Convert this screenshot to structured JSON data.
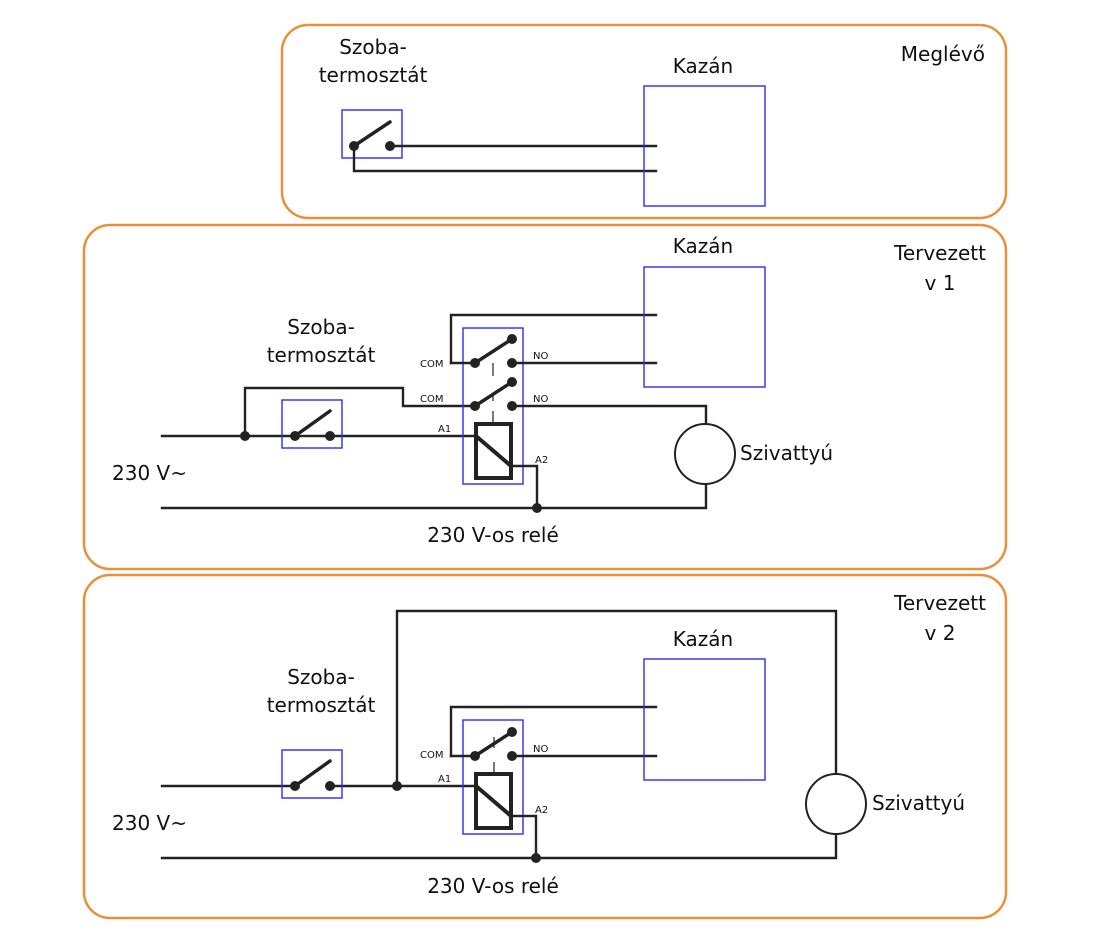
{
  "panels": [
    {
      "id": "existing",
      "title_line1": "Meglévő",
      "thermostat_line1": "Szoba-",
      "thermostat_line2": "termosztát",
      "boiler": "Kazán"
    },
    {
      "id": "planned-v1",
      "title_line1": "Tervezett",
      "title_line2": "v 1",
      "thermostat_line1": "Szoba-",
      "thermostat_line2": "termosztát",
      "boiler": "Kazán",
      "pump": "Szivattyú",
      "supply": "230 V~",
      "relay": "230 V-os relé",
      "pins": {
        "com1": "COM",
        "no1": "NO",
        "com2": "COM",
        "no2": "NO",
        "a1": "A1",
        "a2": "A2"
      }
    },
    {
      "id": "planned-v2",
      "title_line1": "Tervezett",
      "title_line2": "v 2",
      "thermostat_line1": "Szoba-",
      "thermostat_line2": "termosztát",
      "boiler": "Kazán",
      "pump": "Szivattyú",
      "supply": "230 V~",
      "relay": "230 V-os relé",
      "pins": {
        "com1": "COM",
        "no1": "NO",
        "a1": "A1",
        "a2": "A2"
      }
    }
  ],
  "colors": {
    "panel_border": "#e8913a",
    "component_box": "#2b2bff",
    "wire": "#222222"
  }
}
